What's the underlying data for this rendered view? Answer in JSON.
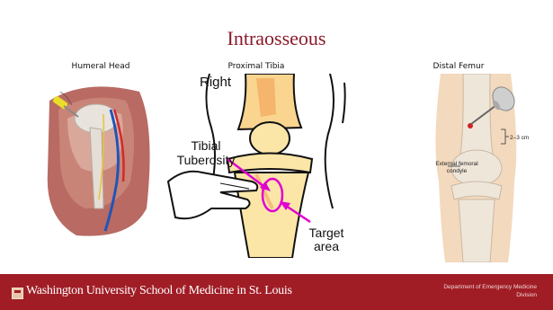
{
  "slide": {
    "title": "Intraosseous",
    "panels": [
      {
        "caption": "Humeral Head"
      },
      {
        "caption": "Proximal Tibia",
        "labels": {
          "side": "Right",
          "tuberosity_line1": "Tibial",
          "tuberosity_line2": "Tuberosity",
          "target_line1": "Target",
          "target_line2": "area"
        }
      },
      {
        "caption": "Distal Femur",
        "labels": {
          "condyle_line1": "External femoral",
          "condyle_line2": "condyle",
          "distance": "2–3 cm"
        }
      }
    ]
  },
  "footer": {
    "institution": "Washington University School of Medicine in St. Louis",
    "department_line1": "Department of Emergency Medicine",
    "department_line2": "Division"
  },
  "colors": {
    "title": "#8b1a2b",
    "footer_bg": "#a01d25",
    "arrow": "#e000d0"
  }
}
